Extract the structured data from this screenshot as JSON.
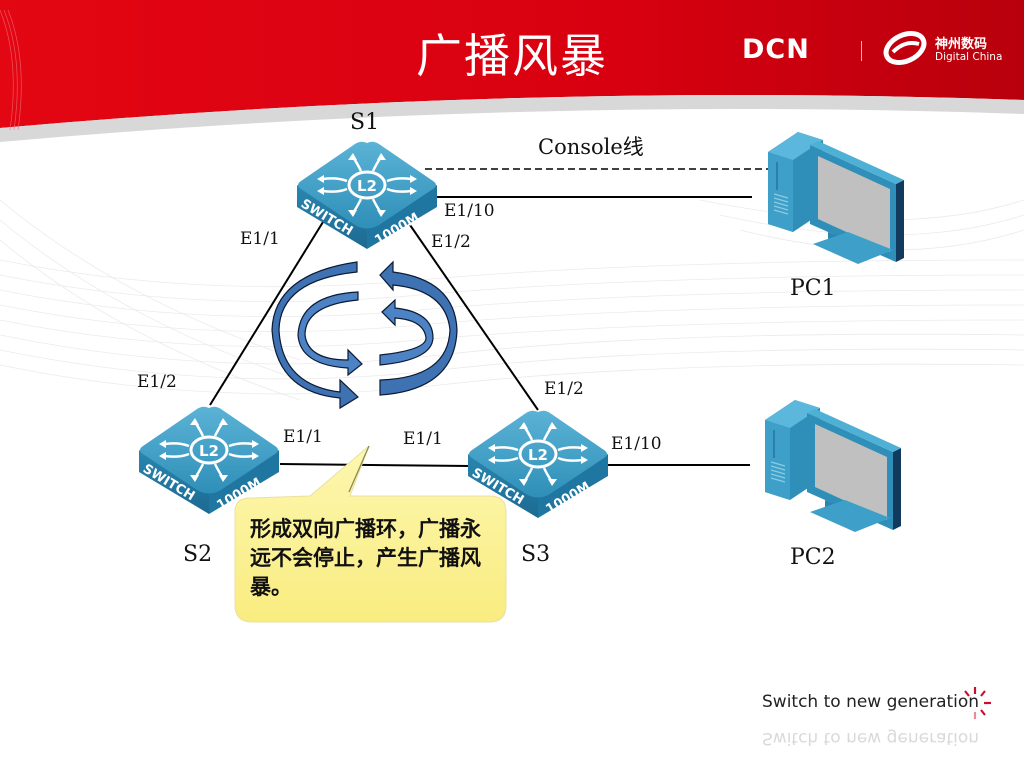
{
  "slide": {
    "title": "广播风暴",
    "logo": {
      "brand": "DCN",
      "cn_name": "神州数码",
      "en_name": "Digital China"
    },
    "slogan": "Switch to new generation",
    "colors": {
      "header_red": "#d9000d",
      "switch_blue": "#2f8fb8",
      "arrow_blue": "#4a7fbe",
      "callout_yellow": "#fdf39a"
    }
  },
  "diagram": {
    "devices": [
      {
        "id": "S1",
        "label": "S1",
        "type": "switch",
        "badge": "L2",
        "side_text": "SWITCH",
        "speed_text": "1000M"
      },
      {
        "id": "S2",
        "label": "S2",
        "type": "switch",
        "badge": "L2",
        "side_text": "SWITCH",
        "speed_text": "1000M"
      },
      {
        "id": "S3",
        "label": "S3",
        "type": "switch",
        "badge": "L2",
        "side_text": "SWITCH",
        "speed_text": "1000M"
      },
      {
        "id": "PC1",
        "label": "PC1",
        "type": "pc"
      },
      {
        "id": "PC2",
        "label": "PC2",
        "type": "pc"
      }
    ],
    "links": [
      {
        "from": "S1",
        "from_port": "E1/1",
        "to": "S2",
        "to_port": "E1/2",
        "style": "solid"
      },
      {
        "from": "S1",
        "from_port": "E1/2",
        "to": "S3",
        "to_port": "E1/2",
        "style": "solid"
      },
      {
        "from": "S2",
        "from_port": "E1/1",
        "to": "S3",
        "to_port": "E1/1",
        "style": "solid"
      },
      {
        "from": "S1",
        "from_port": "E1/10",
        "to": "PC1",
        "style": "solid"
      },
      {
        "from": "S1",
        "to": "PC1",
        "style": "dashed",
        "label": "Console线"
      },
      {
        "from": "S3",
        "from_port": "E1/10",
        "to": "PC2",
        "style": "solid"
      }
    ],
    "loop_icon": "bidirectional-loop-arrows-icon",
    "callout": "形成双向广播环，广播永远不会停止，产生广播风暴。"
  }
}
